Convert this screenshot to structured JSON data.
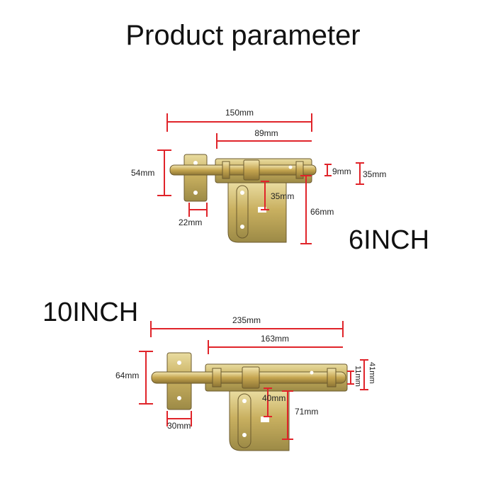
{
  "title": "Product parameter",
  "size_6": {
    "label": "6INCH",
    "dims": {
      "total_length": "150mm",
      "body_length": "89mm",
      "height": "54mm",
      "bolt_dia": "9mm",
      "body_height": "35mm",
      "handle_drop": "35mm",
      "keeper_width": "22mm",
      "hasp_length": "66mm"
    }
  },
  "size_10": {
    "label": "10INCH",
    "dims": {
      "total_length": "235mm",
      "body_length": "163mm",
      "height": "64mm",
      "bolt_dia": "11mm",
      "body_height": "41mm",
      "handle_drop": "40mm",
      "keeper_width": "30mm",
      "hasp_length": "71mm"
    }
  },
  "colors": {
    "dimension_line": "#e0242a",
    "metal": "#c8b46a",
    "text": "#111111"
  }
}
